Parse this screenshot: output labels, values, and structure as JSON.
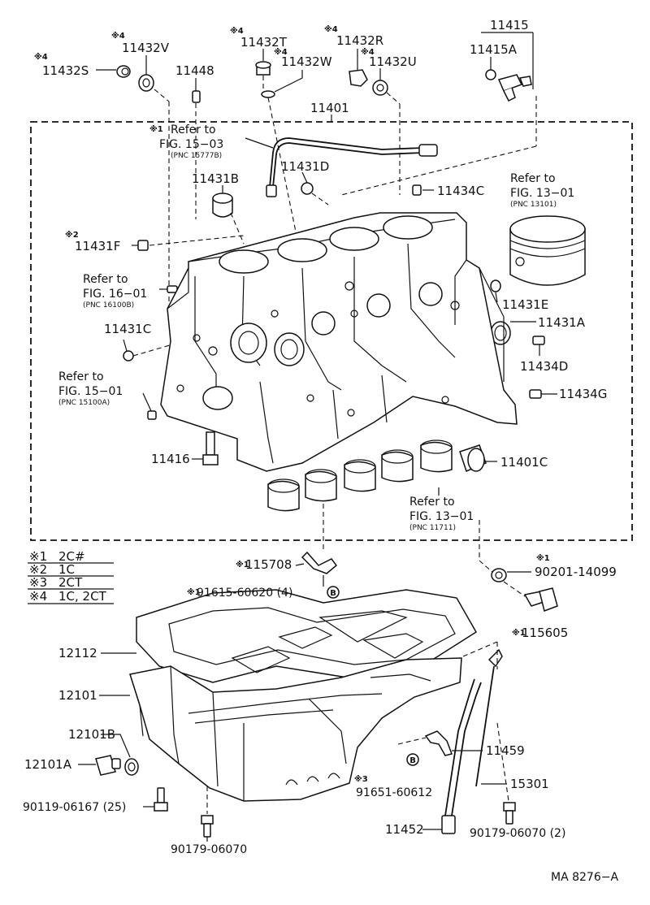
{
  "diagram": {
    "part_labels": {
      "p11415": "11415",
      "p11415A": "11415A",
      "p11432S": "11432S",
      "p11432V": "11432V",
      "p11448": "11448",
      "p11432T": "11432T",
      "p11432W": "11432W",
      "p11432R": "11432R",
      "p11432U": "11432U",
      "p11401": "11401",
      "p11431D": "11431D",
      "p11434C": "11434C",
      "p11431B": "11431B",
      "p11431F": "11431F",
      "p11431E": "11431E",
      "p11431A": "11431A",
      "p11434D": "11434D",
      "p11434G": "11434G",
      "p11431C": "11431C",
      "p11416": "11416",
      "p11401C": "11401C",
      "p115708": "115708",
      "p91615": "91615-60620 (4)",
      "p90201": "90201-14099",
      "p115605": "115605",
      "p12112": "12112",
      "p12101": "12101",
      "p12101B": "12101B",
      "p12101A": "12101A",
      "p90119": "90119-06167 (25)",
      "p90179a": "90179-06070",
      "p11459": "11459",
      "p91651": "91651-60612",
      "p15301": "15301",
      "p11452": "11452",
      "p90179b": "90179-06070 (2)"
    },
    "marks": {
      "m4": "※4",
      "m1": "※1",
      "m2": "※2",
      "m3": "※3",
      "bolt_B": "B"
    },
    "references": {
      "r1_line1": "Refer to",
      "r1_line2": "FIG. 15−03",
      "r1_pnc": "(PNC 15777B)",
      "r2_line1": "Refer to",
      "r2_line2": "FIG. 13−01",
      "r2_pnc": "(PNC 13101)",
      "r3_line1": "Refer to",
      "r3_line2": "FIG. 16−01",
      "r3_pnc": "(PNC 16100B)",
      "r4_line1": "Refer to",
      "r4_line2": "FIG. 15−01",
      "r4_pnc": "(PNC 15100A)",
      "r5_line1": "Refer to",
      "r5_line2": "FIG. 13−01",
      "r5_pnc": "(PNC 11711)"
    },
    "legend": [
      {
        "mark": "※1",
        "text": "2C#"
      },
      {
        "mark": "※2",
        "text": "1C"
      },
      {
        "mark": "※3",
        "text": "2CT"
      },
      {
        "mark": "※4",
        "text": "1C, 2CT"
      }
    ],
    "catalog_code": "MA 8276−A"
  }
}
